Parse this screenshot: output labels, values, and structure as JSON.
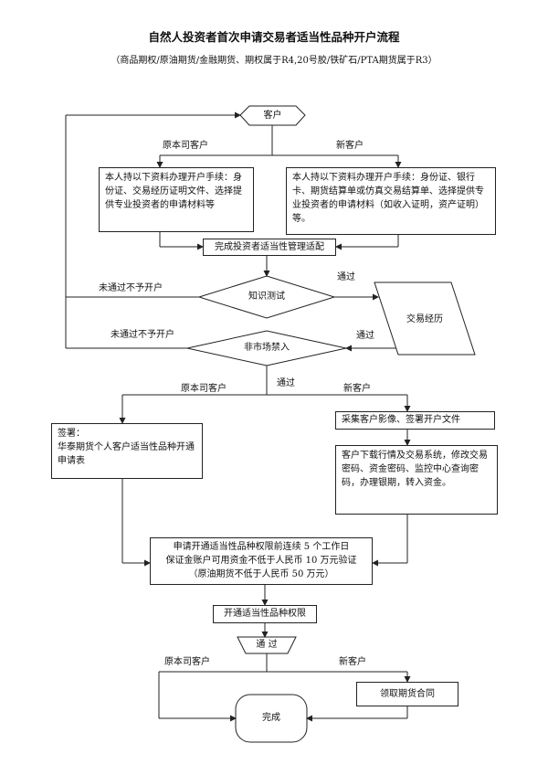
{
  "title": "自然人投资者首次申请交易者适当性品种开户流程",
  "subtitle": "（商品期权/原油期货/金融期货、期权属于R4,20号胶/铁矿石/PTA期货属于R3）",
  "nodes": {
    "customer": "客户",
    "existing_box": "本人持以下资料办理开户手续：身份证、交易经历证明文件、选择提供专业投资者的申请材料等",
    "new_box": "本人持以下资料办理开户手续：身份证、银行卡、期货结算单或仿真交易结算单、选择提供专业投资者的申请材料（如收入证明，资产证明）等。",
    "suitability": "完成投资者适当性管理适配",
    "knowledge_test": "知识测试",
    "trading_experience": "交易经历",
    "market_ban": "非市场禁入",
    "sign_box": "签署：\n华泰期货个人客户适当性品种开通申请表",
    "collect": "采集客户影像、签署开户文件",
    "download_box": "客户下载行情及交易系统，修改交易密码、资金密码、监控中心查询密码，办理银期，转入资金。",
    "apply_line1": "申请开通适当性品种权限前连续 5 个工作日",
    "apply_line2": "保证金账户可用资金不低于人民币 10 万元验证",
    "apply_line3": "（原油期货不低于人民币 50 万元）",
    "open_permission": "开通适当性品种权限",
    "pass_trap": "通 过",
    "contract": "领取期货合同",
    "done": "完成"
  },
  "labels": {
    "existing_customer": "原本司客户",
    "new_customer": "新客户",
    "not_passed": "未通过不予开户",
    "passed": "通过"
  }
}
